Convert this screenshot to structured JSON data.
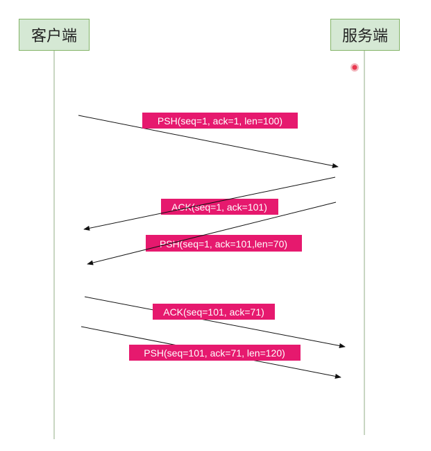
{
  "actors": {
    "client": "客户端",
    "server": "服务端"
  },
  "colors": {
    "actor_fill": "#d5e8d4",
    "actor_border": "#82b366",
    "label_fill": "#e6196e",
    "label_text": "#ffffff",
    "arrow": "#111111",
    "lifeline": "#c8d6c2",
    "cursor_dot": "#e8384f"
  },
  "messages": [
    {
      "from": "client",
      "to": "server",
      "label": "PSH(seq=1,  ack=1, len=100)"
    },
    {
      "from": "server",
      "to": "client",
      "label": "ACK(seq=1, ack=101)"
    },
    {
      "from": "server",
      "to": "client",
      "label": "PSH(seq=1, ack=101,len=70)"
    },
    {
      "from": "client",
      "to": "server",
      "label": "ACK(seq=101, ack=71)"
    },
    {
      "from": "client",
      "to": "server",
      "label": "PSH(seq=101, ack=71, len=120)"
    }
  ]
}
